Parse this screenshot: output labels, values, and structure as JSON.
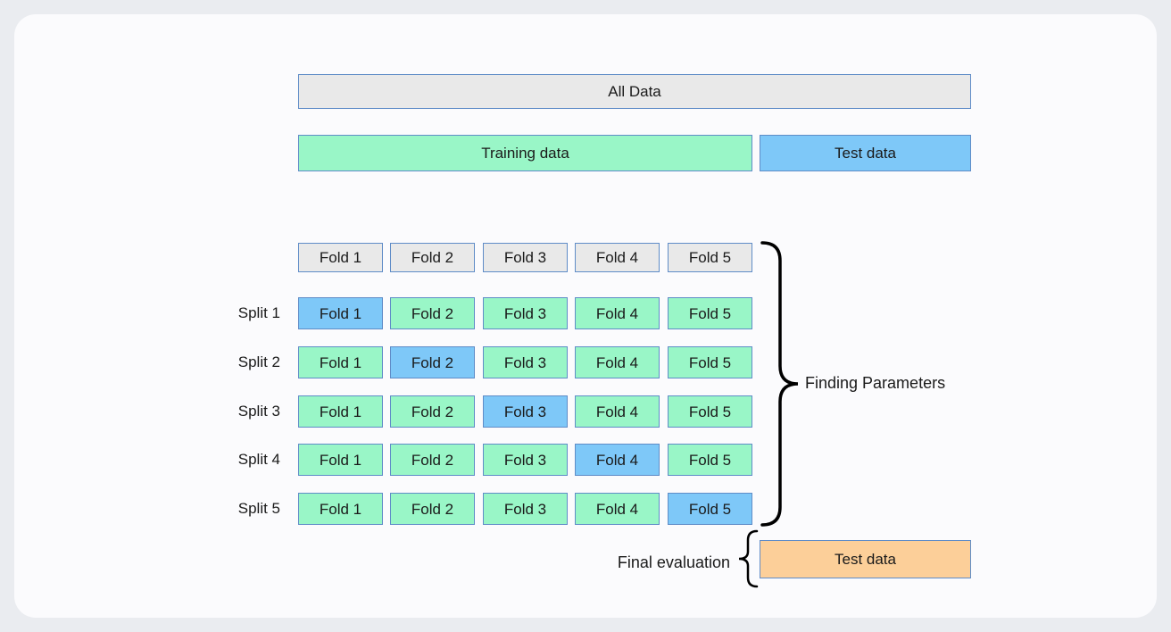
{
  "colors": {
    "page_bg": "#eaecf0",
    "card_bg": "#fbfbfd",
    "box_border": "#5f8cc7",
    "gray_fill": "#e9e9e9",
    "green_fill": "#99f6c7",
    "blue_fill": "#7ec8f8",
    "orange_fill": "#fccf99",
    "text": "#1a1a1a",
    "brace": "#000000"
  },
  "overview": {
    "all_data_label": "All Data",
    "training_data_label": "Training data",
    "test_data_label": "Test data"
  },
  "cv_grid": {
    "header_folds": [
      "Fold 1",
      "Fold 2",
      "Fold 3",
      "Fold 4",
      "Fold 5"
    ],
    "splits": [
      {
        "label": "Split 1",
        "folds": [
          "Fold 1",
          "Fold 2",
          "Fold 3",
          "Fold 4",
          "Fold 5"
        ],
        "validation_fold_index": 0
      },
      {
        "label": "Split 2",
        "folds": [
          "Fold 1",
          "Fold 2",
          "Fold 3",
          "Fold 4",
          "Fold 5"
        ],
        "validation_fold_index": 1
      },
      {
        "label": "Split 3",
        "folds": [
          "Fold 1",
          "Fold 2",
          "Fold 3",
          "Fold 4",
          "Fold 5"
        ],
        "validation_fold_index": 2
      },
      {
        "label": "Split 4",
        "folds": [
          "Fold 1",
          "Fold 2",
          "Fold 3",
          "Fold 4",
          "Fold 5"
        ],
        "validation_fold_index": 3
      },
      {
        "label": "Split 5",
        "folds": [
          "Fold 1",
          "Fold 2",
          "Fold 3",
          "Fold 4",
          "Fold 5"
        ],
        "validation_fold_index": 4
      }
    ],
    "brace_label": "Finding Parameters"
  },
  "final_evaluation": {
    "label": "Final evaluation",
    "box_label": "Test data"
  }
}
